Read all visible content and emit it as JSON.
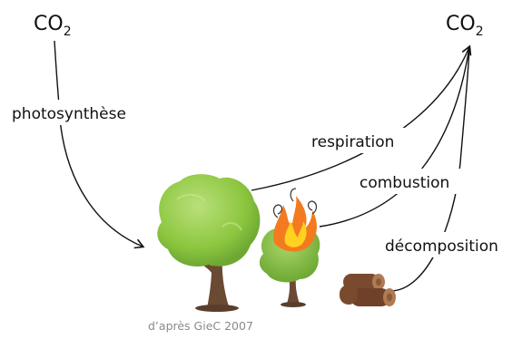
{
  "co2_left": {
    "main": "CO",
    "sub": "2"
  },
  "co2_right": {
    "main": "CO",
    "sub": "2"
  },
  "labels": {
    "photosynthesis": "photosynthèse",
    "respiration": "respiration",
    "combustion": "combustion",
    "decomposition": "décomposition"
  },
  "credit": "d’après GieC 2007",
  "colors": {
    "foliage": "#8cc63f",
    "foliage_dark": "#5e9a2a",
    "trunk": "#6b4a33",
    "flame_outer": "#f47a20",
    "flame_inner": "#ffd21f",
    "log": "#7a4a2e",
    "arrow": "#111111"
  }
}
